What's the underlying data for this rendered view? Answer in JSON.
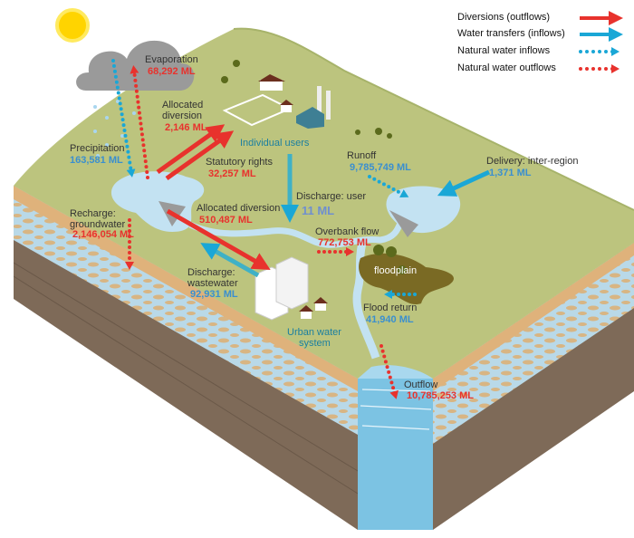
{
  "legend": [
    {
      "label": "Diversions (outflows)",
      "style": "solid",
      "color": "#e8322d"
    },
    {
      "label": "Water transfers (inflows)",
      "style": "solid",
      "color": "#1aa7d6"
    },
    {
      "label": "Natural water inflows",
      "style": "dotted",
      "color": "#1aa7d6"
    },
    {
      "label": "Natural water outflows",
      "style": "dotted",
      "color": "#e8322d"
    }
  ],
  "flows": {
    "evaporation": {
      "label": "Evaporation",
      "value": "68,292 ML"
    },
    "allocated_diversion_users": {
      "label1": "Allocated",
      "label2": "diversion",
      "value": "2,146 ML"
    },
    "precipitation": {
      "label": "Precipitation",
      "value": "163,581 ML"
    },
    "statutory_rights": {
      "label": "Statutory rights",
      "value": "32,257 ML"
    },
    "runoff": {
      "label": "Runoff",
      "value": "9,785,749 ML"
    },
    "delivery": {
      "label": "Delivery: inter-region",
      "value": "1,371 ML"
    },
    "allocated_diversion_urban": {
      "label": "Allocated diversion",
      "value": "510,487 ML"
    },
    "recharge": {
      "label1": "Recharge:",
      "label2": "groundwater",
      "value": "2,146,054 ML"
    },
    "discharge_user": {
      "label": "Discharge: user",
      "value": "11 ML"
    },
    "overbank": {
      "label": "Overbank flow",
      "value": "772,753 ML"
    },
    "discharge_wastewater": {
      "label1": "Discharge:",
      "label2": "wastewater",
      "value": "92,931 ML"
    },
    "flood_return": {
      "label": "Flood return",
      "value": "41,940 ML"
    },
    "outflow": {
      "label": "Outflow",
      "value": "10,785,253 ML"
    }
  },
  "places": {
    "individual_users": "Individual users",
    "floodplain": "floodplain",
    "urban1": "Urban water",
    "urban2": "system"
  },
  "colors": {
    "red": "#e8322d",
    "blue": "#1aa7d6",
    "land": "#bcc47e",
    "water": "#c3e2f2"
  }
}
